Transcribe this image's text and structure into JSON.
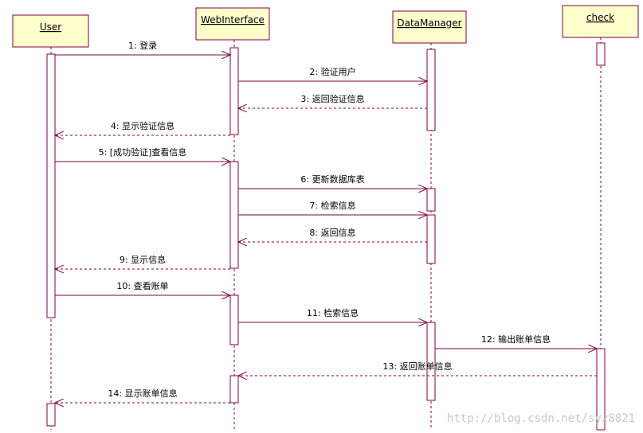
{
  "colors": {
    "line": "#800040",
    "head_fill": "#ffffcc",
    "head_border": "#800040",
    "text": "#000000"
  },
  "lifelines": [
    {
      "id": "user",
      "name": "User"
    },
    {
      "id": "web",
      "name": "WebInterface"
    },
    {
      "id": "dm",
      "name": "DataManager"
    },
    {
      "id": "check",
      "name": "check"
    }
  ],
  "messages": [
    {
      "label": "1: 登录",
      "from": "user",
      "to": "web",
      "type": "call"
    },
    {
      "label": "2:  验证用户",
      "from": "web",
      "to": "dm",
      "type": "call"
    },
    {
      "label": "3: 返回验证信息",
      "from": "dm",
      "to": "web",
      "type": "return"
    },
    {
      "label": "4: 显示验证信息",
      "from": "web",
      "to": "user",
      "type": "return"
    },
    {
      "label": "5: [成功验证]查看信息",
      "from": "user",
      "to": "web",
      "type": "call"
    },
    {
      "label": "6: 更新数据库表",
      "from": "web",
      "to": "dm",
      "type": "call"
    },
    {
      "label": "7:  检索信息",
      "from": "web",
      "to": "dm",
      "type": "call"
    },
    {
      "label": "8:  返回信息",
      "from": "dm",
      "to": "web",
      "type": "return"
    },
    {
      "label": "9:  显示信息",
      "from": "web",
      "to": "user",
      "type": "return"
    },
    {
      "label": "10: 查看账单",
      "from": "user",
      "to": "web",
      "type": "call"
    },
    {
      "label": "11: 检索信息",
      "from": "web",
      "to": "dm",
      "type": "call"
    },
    {
      "label": "12:  输出账单信息",
      "from": "dm",
      "to": "check",
      "type": "call"
    },
    {
      "label": "13: 返回账单信息",
      "from": "check",
      "to": "web",
      "type": "return"
    },
    {
      "label": "14:  显示账单信息",
      "from": "web",
      "to": "user",
      "type": "return"
    }
  ],
  "watermark": "http://blog.csdn.net/syz8821"
}
